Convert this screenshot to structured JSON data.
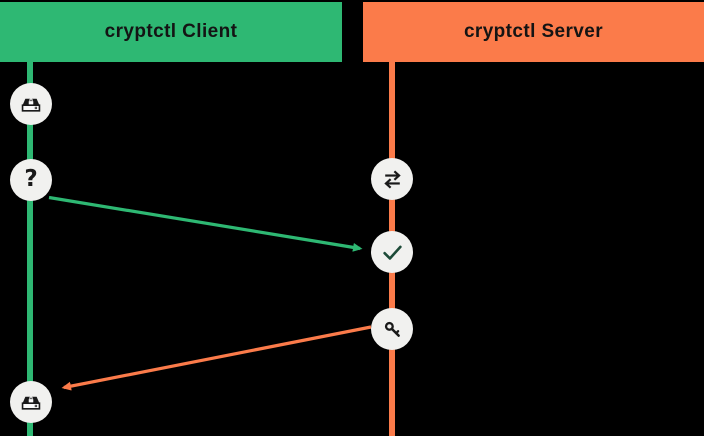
{
  "diagram": {
    "type": "sequence",
    "lanes": [
      {
        "id": "client",
        "title": "cryptctl Client",
        "color": "#2eb873"
      },
      {
        "id": "server",
        "title": "cryptctl Server",
        "color": "#fb7b4a"
      }
    ],
    "nodes": [
      {
        "id": "client-disk-top",
        "lane": "client",
        "icon": "encrypted-disk-icon",
        "meaning": "encrypted disk"
      },
      {
        "id": "client-question",
        "lane": "client",
        "icon": "question-icon",
        "glyph": "?",
        "meaning": "key request / unknown key"
      },
      {
        "id": "server-exchange",
        "lane": "server",
        "icon": "exchange-icon",
        "meaning": "key exchange"
      },
      {
        "id": "server-check",
        "lane": "server",
        "icon": "check-icon",
        "meaning": "request approved"
      },
      {
        "id": "server-key",
        "lane": "server",
        "icon": "key-icon",
        "meaning": "key delivery"
      },
      {
        "id": "client-disk-bottom",
        "lane": "client",
        "icon": "encrypted-disk-icon",
        "meaning": "disk unlocked"
      }
    ],
    "edges": [
      {
        "from": "client-question",
        "to": "server-check",
        "color": "#2eb873",
        "direction": "client-to-server"
      },
      {
        "from": "server-key",
        "to": "client-disk-bottom",
        "color": "#fb7b4a",
        "direction": "server-to-client"
      }
    ]
  },
  "colors": {
    "background": "#000000",
    "green": "#2eb873",
    "orange": "#fb7b4a",
    "node_fill": "#f1f1ef",
    "icon_ink": "#1a1a1a",
    "check": "#1d4b38",
    "title_text": "#141414"
  }
}
